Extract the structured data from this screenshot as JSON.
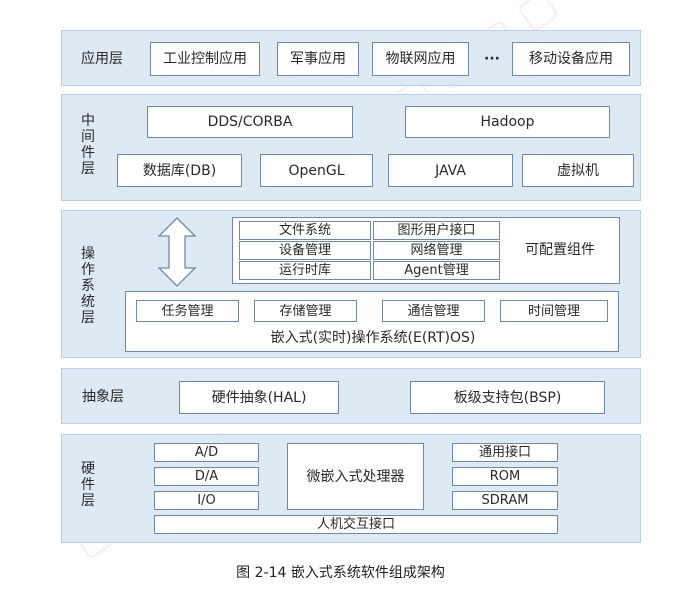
{
  "app_layer": {
    "title": "应用层",
    "items": [
      "工业控制应用",
      "军事应用",
      "物联网应用",
      "移动设备应用"
    ],
    "ellipsis": "···"
  },
  "middleware_layer": {
    "title": "中间件层",
    "top": [
      "DDS/CORBA",
      "Hadoop"
    ],
    "bottom": [
      "数据库(DB)",
      "OpenGL",
      "JAVA",
      "虚拟机"
    ]
  },
  "os_layer": {
    "title": "操作系统层",
    "config_left": [
      "文件系统",
      "设备管理",
      "运行时库"
    ],
    "config_right": [
      "图形用户接口",
      "网络管理",
      "Agent管理"
    ],
    "config_label": "可配置组件",
    "kernel_items": [
      "任务管理",
      "存储管理",
      "通信管理",
      "时间管理"
    ],
    "kernel_label": "嵌入式(实时)操作系统(E(RT)OS)"
  },
  "abstraction_layer": {
    "title": "抽象层",
    "items": [
      "硬件抽象(HAL)",
      "板级支持包(BSP)"
    ]
  },
  "hardware_layer": {
    "title": "硬件层",
    "left": [
      "A/D",
      "D/A",
      "I/O"
    ],
    "center": "微嵌入式处理器",
    "right": [
      "通用接口",
      "ROM",
      "SDRAM"
    ],
    "bottom": "人机交互接口"
  },
  "caption": "图 2-14   嵌入式系统软件组成架构"
}
